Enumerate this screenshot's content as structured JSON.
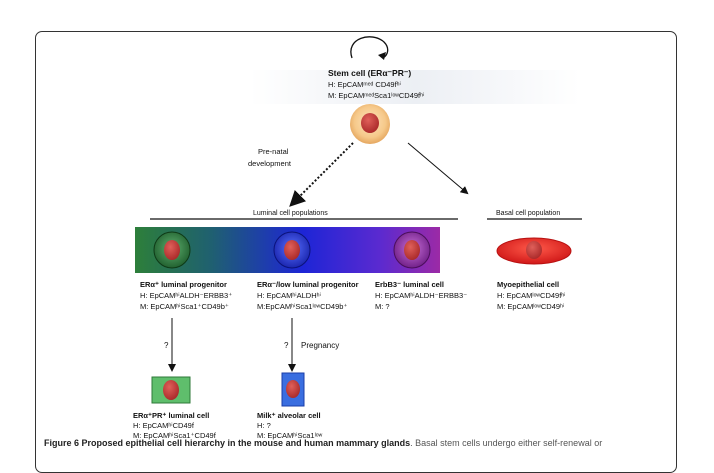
{
  "stem": {
    "title": "Stem cell (ERα⁻PR⁻)",
    "h": "H: EpCAMᵐᵉᵈ CD49fʰⁱ",
    "m": "M: EpCAMᵐᵉᵈSca1ˡᵒʷCD49fʰⁱ"
  },
  "prenatal": {
    "line1": "Pre-natal",
    "line2": "development"
  },
  "section_luminal": "Luminal cell populations",
  "section_basal": "Basal cell population",
  "cells": {
    "er_pos": {
      "title": "ERα⁺ luminal progenitor",
      "h": "H: EpCAMʰⁱALDH⁻ERBB3⁺",
      "m": "M: EpCAMʰⁱSca1⁺CD49b⁺"
    },
    "er_neg": {
      "title": "ERα⁻/low luminal progenitor",
      "h": "H: EpCAMʰⁱALDHʰⁱ",
      "m": "M:EpCAMʰⁱSca1ˡᵒʷCD49b⁺"
    },
    "erbb3": {
      "title": "ErbB3⁻ luminal cell",
      "h": "H: EpCAMʰⁱALDH⁻ERBB3⁻",
      "m": "M: ?"
    },
    "myo": {
      "title": "Myoepithelial cell",
      "h": "H: EpCAMˡᵒʷCD49fʰⁱ",
      "m": "M: EpCAMˡᵒʷCD49ʰⁱ"
    }
  },
  "arrows": {
    "q1": "?",
    "q2": "?",
    "pregnancy": "Pregnancy"
  },
  "descendants": {
    "er_pr": {
      "title": "ERα⁺PR⁺ luminal cell",
      "h": "H: EpCAMʰⁱCD49f",
      "m": "M: EpCAMʰⁱSca1⁺CD49f"
    },
    "milk": {
      "title": "Milk⁺ alveolar cell",
      "h": "H: ?",
      "m": "M: EpCAMʰⁱSca1ˡᵒʷ"
    }
  },
  "caption": {
    "label": "Figure 6 Proposed epithelial cell hierarchy in the mouse and human mammary glands",
    "text": ". Basal stem cells undergo either self-renewal or"
  },
  "colors": {
    "gradient_green": "#2f7a3a",
    "gradient_blue": "#1f22d8",
    "gradient_purple": "#9a2aa8",
    "nucleus": "#c23a3a",
    "myo_red": "#e42020",
    "stem_halo": "#f6c98a"
  }
}
